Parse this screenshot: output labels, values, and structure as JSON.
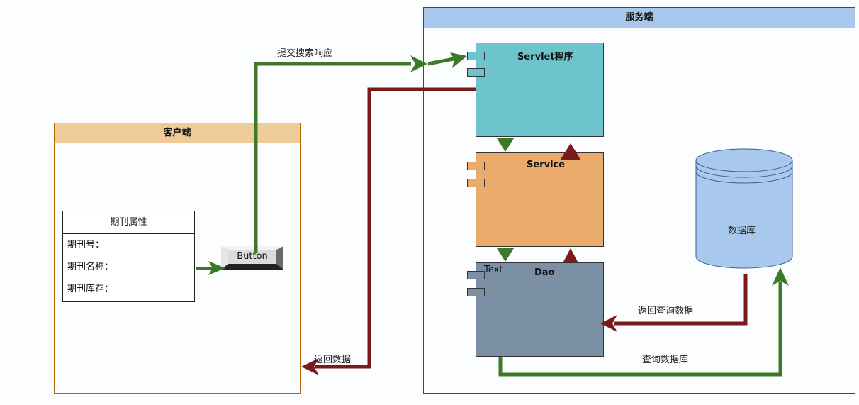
{
  "client": {
    "title": "客户端"
  },
  "server": {
    "title": "服务端"
  },
  "class_box": {
    "title": "期刊属性",
    "fields": [
      "期刊号：",
      "期刊名称：",
      "期刊库存："
    ]
  },
  "button": {
    "label": "Button"
  },
  "components": {
    "servlet": "Servlet程序",
    "service": "Service",
    "dao": "Dao",
    "dao_extra": "Text"
  },
  "database": {
    "label": "数据库"
  },
  "edges": {
    "submit": "提交搜索响应",
    "return_data": "返回数据",
    "return_query_data": "返回查询数据",
    "query_db": "查询数据库"
  },
  "colors": {
    "green_arrow": "#3d7a27",
    "red_arrow": "#7a1a1a",
    "servlet_fill": "#6ec4cc",
    "service_fill": "#eaab6c",
    "dao_fill": "#7b90a5",
    "db_fill": "#a9c8ee",
    "client_header": "#f0cb9a",
    "server_header": "#a7c7eb"
  }
}
